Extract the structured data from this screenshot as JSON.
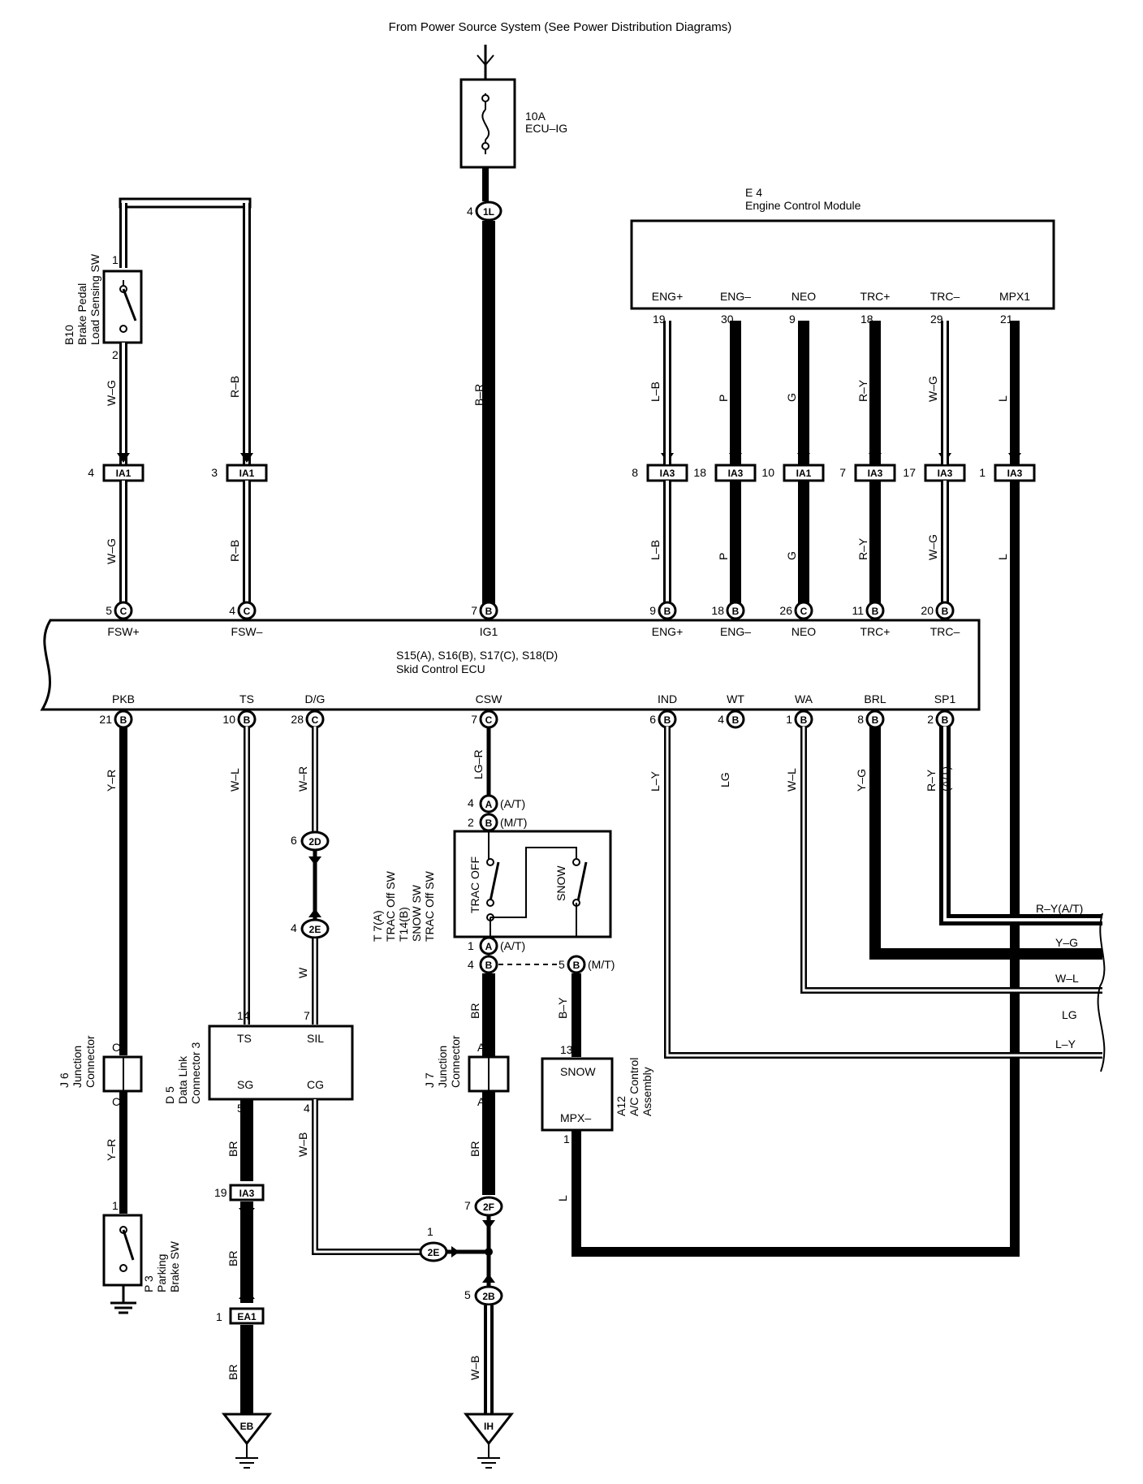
{
  "header": {
    "source_note": "From Power Source System (See Power Distribution Diagrams)"
  },
  "fuse": {
    "rating": "10A",
    "name": "ECU–IG"
  },
  "ecm": {
    "id": "E 4",
    "name": "Engine Control Module",
    "pins": [
      {
        "label": "ENG+",
        "num": "19"
      },
      {
        "label": "ENG–",
        "num": "30"
      },
      {
        "label": "NEO",
        "num": "9"
      },
      {
        "label": "TRC+",
        "num": "18"
      },
      {
        "label": "TRC–",
        "num": "29"
      },
      {
        "label": "MPX1",
        "num": "21"
      }
    ]
  },
  "brake_sw": {
    "id": "B10",
    "line1": "Brake Pedal",
    "line2": "Load Sensing SW",
    "pin_top": "1",
    "pin_bottom": "2"
  },
  "skid_ecu": {
    "title_line1": "S15(A), S16(B), S17(C), S18(D)",
    "title_line2": "Skid Control ECU",
    "top_pins": [
      {
        "label": "FSW+",
        "num": "5",
        "conn": "C"
      },
      {
        "label": "FSW–",
        "num": "4",
        "conn": "C"
      },
      {
        "label": "IG1",
        "num": "7",
        "conn": "B"
      },
      {
        "label": "ENG+",
        "num": "9",
        "conn": "B"
      },
      {
        "label": "ENG–",
        "num": "18",
        "conn": "B"
      },
      {
        "label": "NEO",
        "num": "26",
        "conn": "C"
      },
      {
        "label": "TRC+",
        "num": "11",
        "conn": "B"
      },
      {
        "label": "TRC–",
        "num": "20",
        "conn": "B"
      }
    ],
    "bottom_pins": [
      {
        "label": "PKB",
        "num": "21",
        "conn": "B"
      },
      {
        "label": "TS",
        "num": "10",
        "conn": "B"
      },
      {
        "label": "D/G",
        "num": "28",
        "conn": "C"
      },
      {
        "label": "CSW",
        "num": "7",
        "conn": "C"
      },
      {
        "label": "IND",
        "num": "6",
        "conn": "B"
      },
      {
        "label": "WT",
        "num": "4",
        "conn": "B"
      },
      {
        "label": "WA",
        "num": "1",
        "conn": "B"
      },
      {
        "label": "BRL",
        "num": "8",
        "conn": "B"
      },
      {
        "label": "SP1",
        "num": "2",
        "conn": "B"
      }
    ]
  },
  "connectors": {
    "c4_ia1": {
      "num": "4",
      "id": "IA1"
    },
    "c3_ia1": {
      "num": "3",
      "id": "IA1"
    },
    "c8_ia3": {
      "num": "8",
      "id": "IA3"
    },
    "c18_ia3": {
      "num": "18",
      "id": "IA3"
    },
    "c10_ia1": {
      "num": "10",
      "id": "IA1"
    },
    "c7_ia3": {
      "num": "7",
      "id": "IA3"
    },
    "c17_ia3": {
      "num": "17",
      "id": "IA3"
    },
    "c1_ia3": {
      "num": "1",
      "id": "IA3"
    },
    "c19_ia3": {
      "num": "19",
      "id": "IA3"
    },
    "c1_ea1": {
      "num": "1",
      "id": "EA1"
    },
    "c4_1l": {
      "num": "4",
      "id": "1L"
    },
    "c6_2d": {
      "num": "6",
      "id": "2D"
    },
    "c4_2e": {
      "num": "4",
      "id": "2E"
    },
    "c1_2e": {
      "num": "1",
      "id": "2E"
    },
    "c7_2f": {
      "num": "7",
      "id": "2F"
    },
    "c5_2b": {
      "num": "5",
      "id": "2B"
    }
  },
  "wires": {
    "wg": "W–G",
    "rb": "R–B",
    "br_ig": "B–R",
    "lb": "L–B",
    "p": "P",
    "g": "G",
    "ry": "R–Y",
    "wg2": "W–G",
    "l": "L",
    "yr": "Y–R",
    "wl": "W–L",
    "wr": "W–R",
    "lgr": "LG–R",
    "ly": "L–Y",
    "lg": "LG",
    "wl2": "W–L",
    "yg": "Y–G",
    "ry2": "R–Y",
    "at": "(A/T)",
    "w": "W",
    "br": "BR",
    "by": "B–Y",
    "wb": "W–B"
  },
  "bus_labels": [
    "R–Y(A/T)",
    "Y–G",
    "W–L",
    "LG",
    "L–Y"
  ],
  "trac_sw": {
    "ids": [
      "T 7(A)",
      "T14(B)"
    ],
    "names": [
      "TRAC Off SW",
      "SNOW SW",
      "TRAC Off SW"
    ],
    "sw1": "TRAC OFF",
    "sw2": "SNOW",
    "pin_a4": "4",
    "pin_b2": "2",
    "pin_a1": "1",
    "pin_b4": "4",
    "pin_b5": "5",
    "at": "(A/T)",
    "mt": "(M/T)"
  },
  "j6": {
    "id": "J 6",
    "line1": "Junction",
    "line2": "Connector",
    "pin": "C"
  },
  "j7": {
    "id": "J 7",
    "line1": "Junction",
    "line2": "Connector",
    "pin": "A"
  },
  "dlc": {
    "id": "D 5",
    "line1": "Data Link",
    "line2": "Connector 3",
    "ts": "TS",
    "sil": "SIL",
    "sg": "SG",
    "cg": "CG",
    "n14": "14",
    "n7": "7",
    "n5": "5",
    "n4": "4"
  },
  "ac": {
    "id": "A12",
    "line1": "A/C Control",
    "line2": "Assembly",
    "snow": "SNOW",
    "mpx": "MPX–",
    "n13": "13",
    "n1": "1"
  },
  "parking": {
    "id": "P 3",
    "line1": "Parking",
    "line2": "Brake SW",
    "pin": "1"
  },
  "grounds": {
    "eb": "EB",
    "ih": "IH"
  }
}
